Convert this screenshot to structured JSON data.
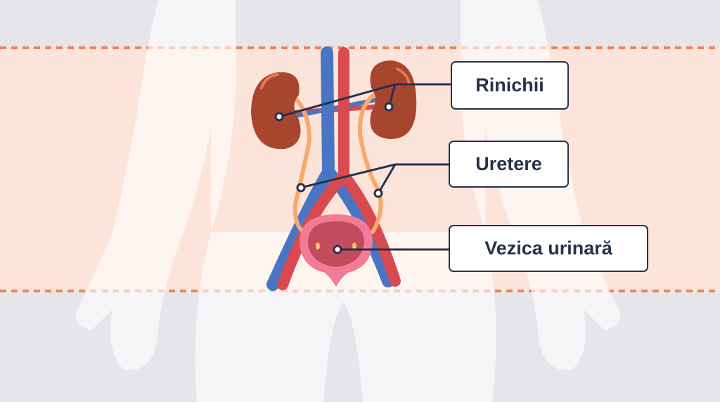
{
  "title": "Sistemul urinar",
  "labels": {
    "kidneys": "Rinichii",
    "ureters": "Uretere",
    "bladder": "Vezica urinară"
  },
  "colors": {
    "background": "#e6e5ea",
    "band": "#fce4da",
    "band_border": "#e8875a",
    "vein": "#4876c4",
    "artery": "#d84a4f",
    "kidney": "#a8452e",
    "ureter": "#f9a86a",
    "bladder_outer": "#f27b95",
    "bladder_inner": "#c44a5e",
    "line": "#27324a"
  }
}
